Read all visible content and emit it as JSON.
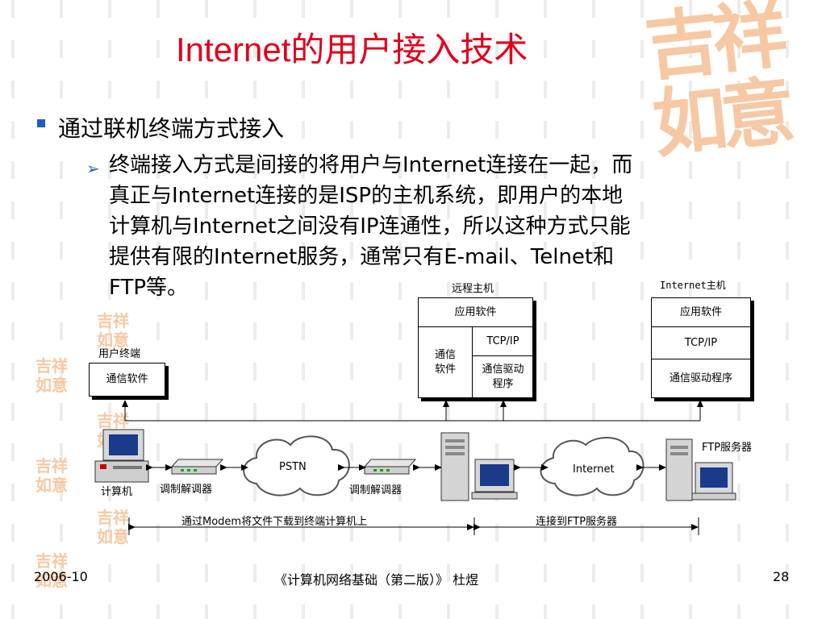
{
  "slide": {
    "title": "Internet的用户接入技术",
    "bullet_1": "通过联机终端方式接入",
    "bullet_2_lines": [
      "终端接入方式是间接的将用户与Internet连接在一起，而",
      "真正与Internet连接的是ISP的主机系统，即用户的本地",
      "计算机与Internet之间没有IP连通性，所以这种方式只能",
      "提供有限的Internet服务，通常只有E-mail、Telnet和",
      "FTP等。"
    ]
  },
  "watermark": {
    "top_chars": "吉祥如意",
    "side_chars": "吉祥如意"
  },
  "diagram": {
    "user_terminal": {
      "title": "用户终端",
      "software": "通信软件"
    },
    "remote_host": {
      "title": "远程主机",
      "app": "应用软件",
      "comm": "通信软件",
      "tcpip": "TCP/IP",
      "driver": "通信驱动程序"
    },
    "internet_host": {
      "title": "Internet主机",
      "app": "应用软件",
      "tcpip": "TCP/IP",
      "driver": "通信驱动程序"
    },
    "computer_label": "计算机",
    "modem_label_1": "调制解调器",
    "modem_label_2": "调制解调器",
    "pstn": "PSTN",
    "internet_cloud": "Internet",
    "ftp_server": "FTP服务器",
    "span_left": "通过Modem将文件下载到终端计算机上",
    "span_right": "连接到FTP服务器"
  },
  "footer": {
    "date": "2006-10",
    "book": "《计算机网络基础（第二版）》 杜煜",
    "page": "28"
  },
  "colors": {
    "title": "#e0001c",
    "bullet": "#1f5fbf",
    "watermark": "#f6c9a4"
  }
}
